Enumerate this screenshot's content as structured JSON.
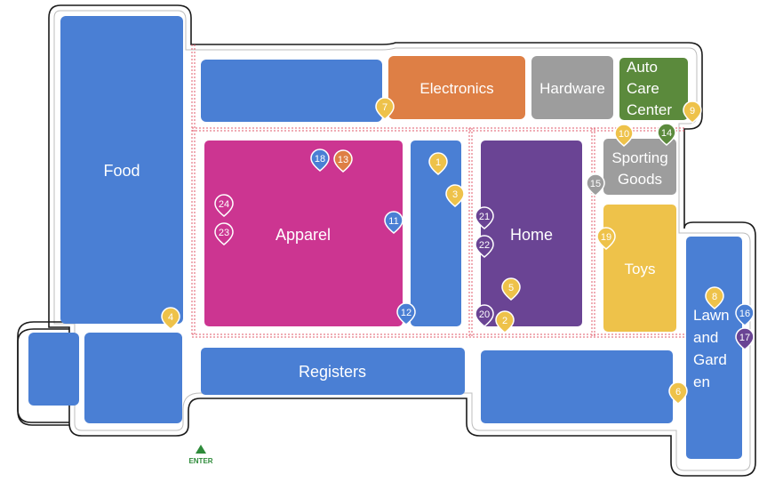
{
  "colors": {
    "blue": "#4a7fd4",
    "orange": "#de7f45",
    "gray": "#9d9d9d",
    "green": "#5b8a3c",
    "magenta": "#cc3591",
    "purple": "#6a4494",
    "yellow": "#eec24a",
    "aisle_line": "#e25b6b",
    "enter": "#2e8b3a"
  },
  "departments": {
    "food": "Food",
    "electronics": "Electronics",
    "hardware": "Hardware",
    "auto_care": [
      "Auto",
      "Care",
      "Center"
    ],
    "apparel": "Apparel",
    "home": "Home",
    "sporting_goods": [
      "Sporting",
      "Goods"
    ],
    "toys": "Toys",
    "lawn_garden": [
      "Lawn",
      "and",
      "Gard",
      "en"
    ],
    "registers": "Registers"
  },
  "pins": [
    {
      "id": "pin-1",
      "label": "1",
      "color": "yellow"
    },
    {
      "id": "pin-2",
      "label": "2",
      "color": "yellow"
    },
    {
      "id": "pin-3",
      "label": "3",
      "color": "yellow"
    },
    {
      "id": "pin-4",
      "label": "4",
      "color": "yellow"
    },
    {
      "id": "pin-5",
      "label": "5",
      "color": "yellow"
    },
    {
      "id": "pin-6",
      "label": "6",
      "color": "yellow"
    },
    {
      "id": "pin-7",
      "label": "7",
      "color": "yellow"
    },
    {
      "id": "pin-8",
      "label": "8",
      "color": "yellow"
    },
    {
      "id": "pin-9",
      "label": "9",
      "color": "yellow"
    },
    {
      "id": "pin-10",
      "label": "10",
      "color": "yellow"
    },
    {
      "id": "pin-11",
      "label": "11",
      "color": "blue"
    },
    {
      "id": "pin-12",
      "label": "12",
      "color": "blue"
    },
    {
      "id": "pin-13",
      "label": "13",
      "color": "orange"
    },
    {
      "id": "pin-14",
      "label": "14",
      "color": "green"
    },
    {
      "id": "pin-15",
      "label": "15",
      "color": "gray"
    },
    {
      "id": "pin-16",
      "label": "16",
      "color": "blue"
    },
    {
      "id": "pin-17",
      "label": "17",
      "color": "purple"
    },
    {
      "id": "pin-18",
      "label": "18",
      "color": "blue"
    },
    {
      "id": "pin-19",
      "label": "19",
      "color": "yellow"
    },
    {
      "id": "pin-20",
      "label": "20",
      "color": "purple"
    },
    {
      "id": "pin-21",
      "label": "21",
      "color": "purple"
    },
    {
      "id": "pin-22",
      "label": "22",
      "color": "purple"
    },
    {
      "id": "pin-23",
      "label": "23",
      "color": "magenta"
    },
    {
      "id": "pin-24",
      "label": "24",
      "color": "magenta"
    }
  ],
  "entrance": {
    "label": "ENTER"
  }
}
